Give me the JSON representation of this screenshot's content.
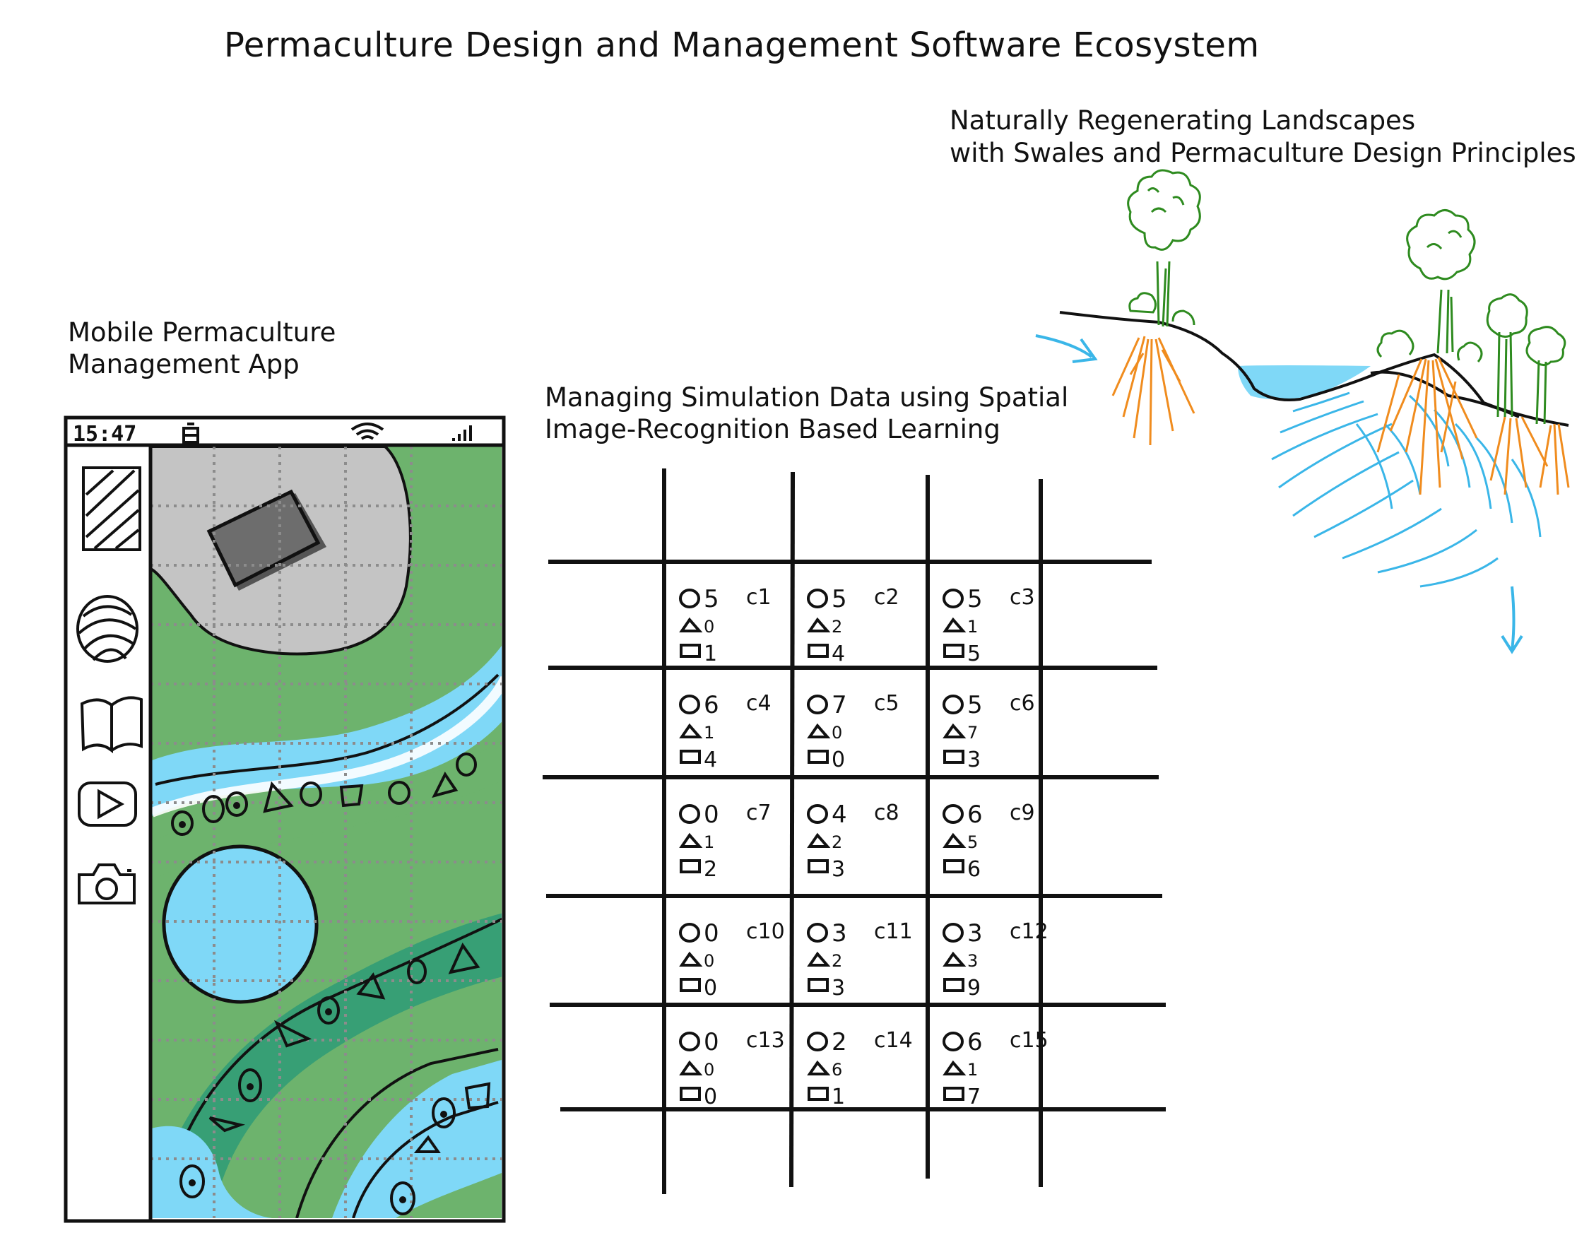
{
  "titles": {
    "main": "Permaculture Design and Management Software Ecosystem",
    "landscape_line1": "Naturally Regenerating Landscapes",
    "landscape_line2": "with Swales and Permaculture Design Principles",
    "app_line1": "Mobile Permaculture",
    "app_line2": "Management App",
    "sim_line1": "Managing Simulation Data using Spatial",
    "sim_line2": "Image-Recognition Based Learning"
  },
  "phone": {
    "status_time": "15:47",
    "sidebar_icons": [
      "hatched-map-icon",
      "planet-icon",
      "book-icon",
      "play-icon",
      "camera-icon"
    ]
  },
  "grid_cells": [
    {
      "label": "c1",
      "circles": "5",
      "triangles": "0",
      "squares": "1"
    },
    {
      "label": "c2",
      "circles": "5",
      "triangles": "2",
      "squares": "4"
    },
    {
      "label": "c3",
      "circles": "5",
      "triangles": "1",
      "squares": "5"
    },
    {
      "label": "c4",
      "circles": "6",
      "triangles": "1",
      "squares": "4"
    },
    {
      "label": "c5",
      "circles": "7",
      "triangles": "0",
      "squares": "0"
    },
    {
      "label": "c6",
      "circles": "5",
      "triangles": "7",
      "squares": "3"
    },
    {
      "label": "c7",
      "circles": "0",
      "triangles": "1",
      "squares": "2"
    },
    {
      "label": "c8",
      "circles": "4",
      "triangles": "2",
      "squares": "3"
    },
    {
      "label": "c9",
      "circles": "6",
      "triangles": "5",
      "squares": "6"
    },
    {
      "label": "c10",
      "circles": "0",
      "triangles": "0",
      "squares": "0"
    },
    {
      "label": "c11",
      "circles": "3",
      "triangles": "2",
      "squares": "3"
    },
    {
      "label": "c12",
      "circles": "3",
      "triangles": "3",
      "squares": "9"
    },
    {
      "label": "c13",
      "circles": "0",
      "triangles": "0",
      "squares": "0"
    },
    {
      "label": "c14",
      "circles": "2",
      "triangles": "6",
      "squares": "1"
    },
    {
      "label": "c15",
      "circles": "6",
      "triangles": "1",
      "squares": "7"
    }
  ],
  "colors": {
    "green": "#6db36d",
    "dark_green": "#2e9b77",
    "water": "#7fd8f7",
    "gray": "#c4c4c4",
    "tree_green": "#2e8b1f",
    "root_orange": "#f08c1e",
    "water_line": "#3ab6e8"
  }
}
